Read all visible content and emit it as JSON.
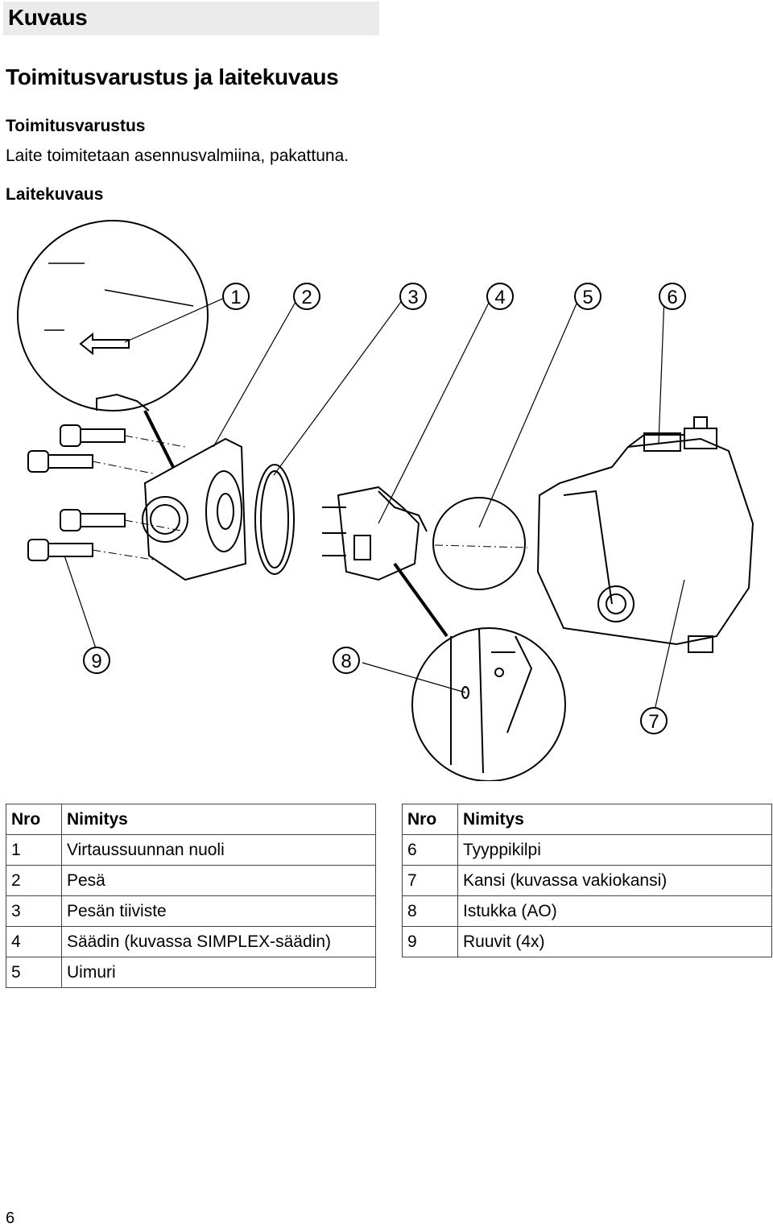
{
  "section_title": "Kuvaus",
  "heading": "Toimitusvarustus ja laitekuvaus",
  "delivery": {
    "title": "Toimitusvarustus",
    "text": "Laite toimitetaan asennusvalmiina, pakattuna."
  },
  "description_title": "Laitekuvaus",
  "figure": {
    "callouts": [
      "1",
      "2",
      "3",
      "4",
      "5",
      "6",
      "7",
      "8",
      "9"
    ]
  },
  "table_left": {
    "headers": [
      "Nro",
      "Nimitys"
    ],
    "rows": [
      [
        "1",
        "Virtaussuunnan nuoli"
      ],
      [
        "2",
        "Pesä"
      ],
      [
        "3",
        "Pesän tiiviste"
      ],
      [
        "4",
        "Säädin (kuvassa SIMPLEX-säädin)"
      ],
      [
        "5",
        "Uimuri"
      ]
    ]
  },
  "table_right": {
    "headers": [
      "Nro",
      "Nimitys"
    ],
    "rows": [
      [
        "6",
        "Tyyppikilpi"
      ],
      [
        "7",
        "Kansi (kuvassa vakiokansi)"
      ],
      [
        "8",
        "Istukka (AO)"
      ],
      [
        "9",
        "Ruuvit (4x)"
      ]
    ]
  },
  "page_number": "6"
}
